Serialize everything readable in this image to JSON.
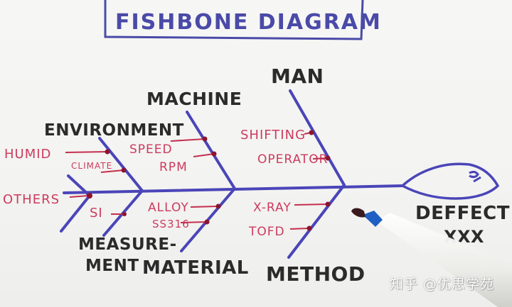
{
  "title": "FISHBONE DIAGRAM",
  "effect": {
    "label_line1": "DEFFECT",
    "label_line2": "XXX"
  },
  "categories": {
    "man": {
      "label": "MAN",
      "causes": [
        "SHIFTING",
        "OPERATOR"
      ]
    },
    "machine": {
      "label": "MACHINE",
      "causes": [
        "SPEED",
        "RPM"
      ]
    },
    "environment": {
      "label": "ENVIRONMENT",
      "causes": [
        "HUMID",
        "CLIMATE"
      ]
    },
    "measurement": {
      "label_line1": "MEASURE-",
      "label_line2": "MENT",
      "causes": [
        "SI"
      ]
    },
    "material": {
      "label": "MATERIAL",
      "causes": [
        "ALLOY",
        "SS316"
      ]
    },
    "method": {
      "label": "METHOD",
      "causes": [
        "X-RAY",
        "TOFD"
      ]
    },
    "others": {
      "label": "OTHERS"
    }
  },
  "watermark": "知乎 @优思学苑",
  "colors": {
    "bone": "#4a45b8",
    "category_text": "#2b2b2b",
    "cause_text": "#cc3b5e",
    "title": "#4a4aa8",
    "marker_cap": "#1f5fc4"
  }
}
